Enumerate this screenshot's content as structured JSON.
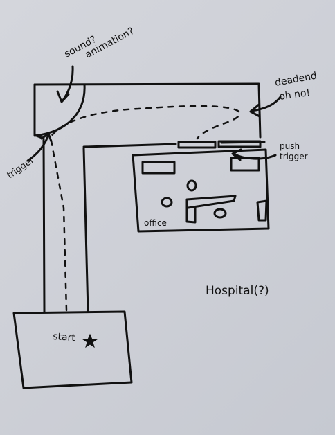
{
  "labels": {
    "sound": "sound?",
    "animation": "animation?",
    "deadend": "deadend",
    "oh_no": "oh no!",
    "push": "push",
    "trigger_right": "trigger",
    "trigger_left": "trigger",
    "office": "office",
    "hospital": "Hospital(?)",
    "start": "start"
  },
  "colors": {
    "ink": "#111111",
    "paper": "#cfd1d8"
  },
  "icons": {
    "start_marker": "star"
  }
}
